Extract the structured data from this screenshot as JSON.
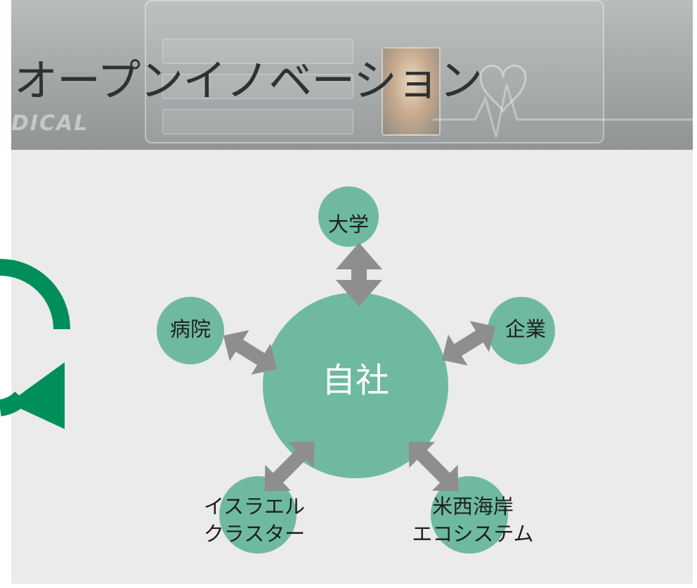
{
  "slide": {
    "title": "オープンイノベーション"
  },
  "diagram": {
    "center": "自社",
    "partners": {
      "university": "大学",
      "hospital": "病院",
      "company": "企業",
      "israel_line1": "イスラエル",
      "israel_line2": "クラスター",
      "westcoast_line1": "米西海岸",
      "westcoast_line2": "エコシステム"
    },
    "colors": {
      "node": "#6fba9f",
      "arrow": "#8e8e8e",
      "cycle": "#008e5b"
    }
  }
}
